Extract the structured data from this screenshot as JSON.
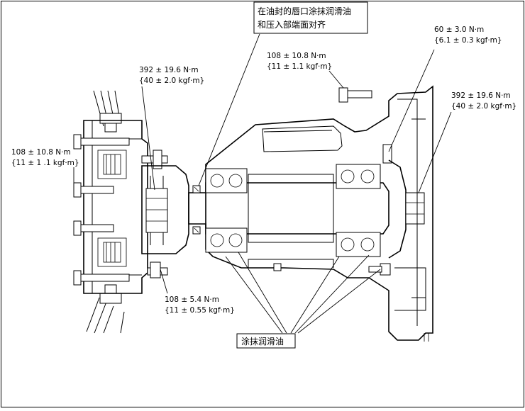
{
  "callouts": {
    "top_note_line1": "在油封的唇口涂抹润滑油",
    "top_note_line2": "和压入部端面对齐",
    "bottom_note": "涂抹润滑油",
    "torque_left_upper_nm": "108 ± 10.8 N·m",
    "torque_left_upper_kgf": "{11 ± 1 .1 kgf·m}",
    "torque_hub_nm": "392 ± 19.6 N·m",
    "torque_hub_kgf": "{40 ± 2.0 kgf·m}",
    "torque_top_mid_nm": "108 ± 10.8 N·m",
    "torque_top_mid_kgf": "{11 ± 1.1 kgf·m}",
    "torque_top_right_nm": "60 ± 3.0 N·m",
    "torque_top_right_kgf": "{6.1 ± 0.3 kgf·m}",
    "torque_right_nm": "392 ± 19.6 N·m",
    "torque_right_kgf": "{40 ± 2.0 kgf·m}",
    "torque_bottom_nm": "108 ± 5.4 N·m",
    "torque_bottom_kgf": "{11 ± 0.55 kgf·m}"
  }
}
